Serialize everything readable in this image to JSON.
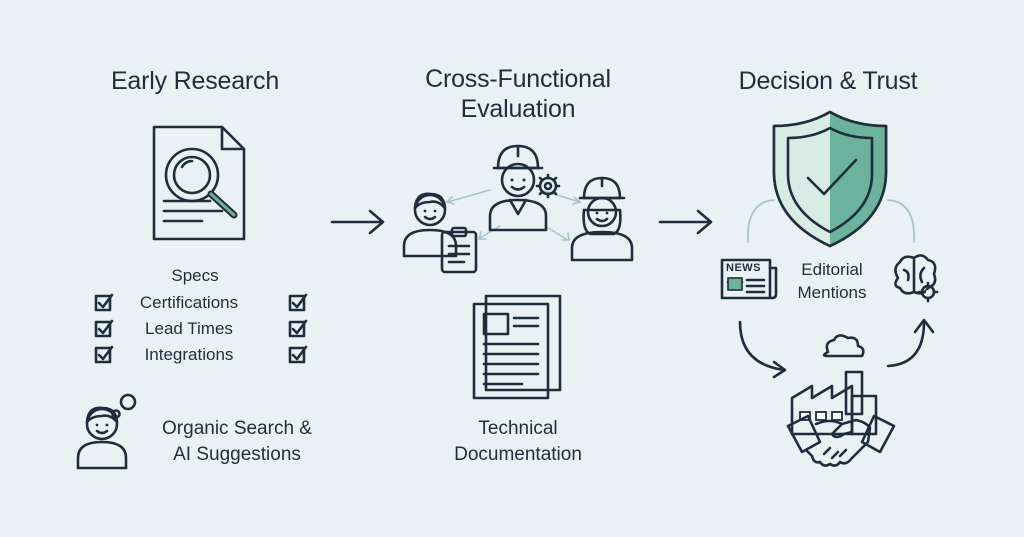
{
  "colors": {
    "accent": "#6bb39c",
    "ink": "#1f2d3d",
    "background": "#e9f1f4"
  },
  "stage1": {
    "title": "Early Research",
    "checklist_title": "Specs",
    "checklist": [
      "Certifications",
      "Lead Times",
      "Integrations"
    ],
    "search_label_line1": "Organic Search &",
    "search_label_line2": "AI Suggestions",
    "icons": [
      "document-search-icon",
      "checkbox-icon",
      "person-thinking-icon"
    ]
  },
  "stage2": {
    "title_line1": "Cross-Functional",
    "title_line2": "Evaluation",
    "doc_label_line1": "Technical",
    "doc_label_line2": "Documentation",
    "icons": [
      "engineer-with-clipboard-icon",
      "engineer-with-gear-icon",
      "engineer-woman-icon",
      "technical-document-icon"
    ]
  },
  "stage3": {
    "title": "Decision & Trust",
    "news_badge": "NEWS",
    "mentions_line1": "Editorial",
    "mentions_line2": "Mentions",
    "icons": [
      "shield-check-icon",
      "newspaper-icon",
      "brain-gear-icon",
      "factory-icon",
      "handshake-icon"
    ]
  }
}
